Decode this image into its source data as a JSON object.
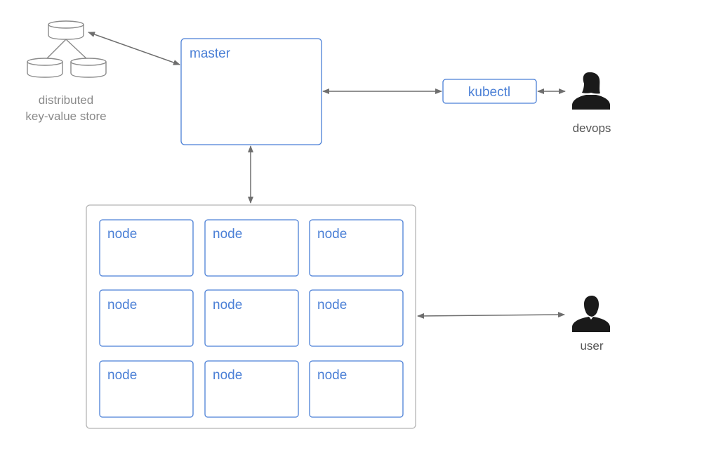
{
  "colors": {
    "box_border": "#4a7fd6",
    "box_text": "#4a7fd6",
    "cluster_border": "#b5b5b5",
    "arrow": "#6e6e6e",
    "store_stroke": "#8a8a8a",
    "store_text": "#8a8a8a",
    "person_fill": "#1a1a1a",
    "person_text": "#555555"
  },
  "store": {
    "icon": "database-cluster-icon",
    "label_line1": "distributed",
    "label_line2": "key-value store"
  },
  "master": {
    "label": "master"
  },
  "kubectl": {
    "label": "kubectl"
  },
  "devops": {
    "icon": "person-silhouette-icon",
    "label": "devops"
  },
  "user": {
    "icon": "person-silhouette-icon",
    "label": "user"
  },
  "cluster": {
    "nodes": [
      {
        "label": "node"
      },
      {
        "label": "node"
      },
      {
        "label": "node"
      },
      {
        "label": "node"
      },
      {
        "label": "node"
      },
      {
        "label": "node"
      },
      {
        "label": "node"
      },
      {
        "label": "node"
      },
      {
        "label": "node"
      }
    ]
  }
}
